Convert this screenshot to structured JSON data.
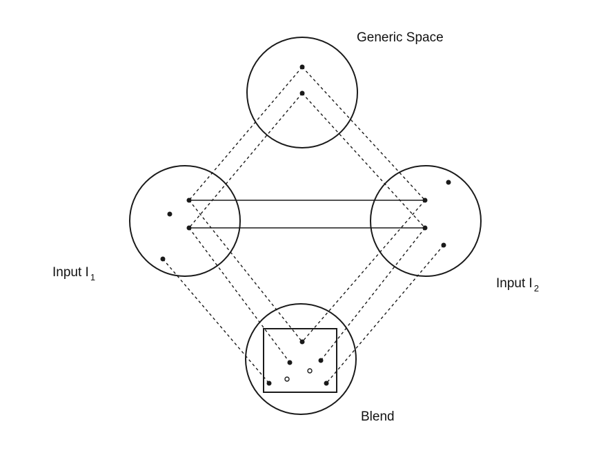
{
  "labels": {
    "generic_space": "Generic Space",
    "input1_main": "Input I",
    "input1_sub": "1",
    "input2_main": "Input I",
    "input2_sub": "2",
    "blend": "Blend"
  },
  "colors": {
    "ink": "#1a1a1a",
    "background": "#ffffff"
  }
}
